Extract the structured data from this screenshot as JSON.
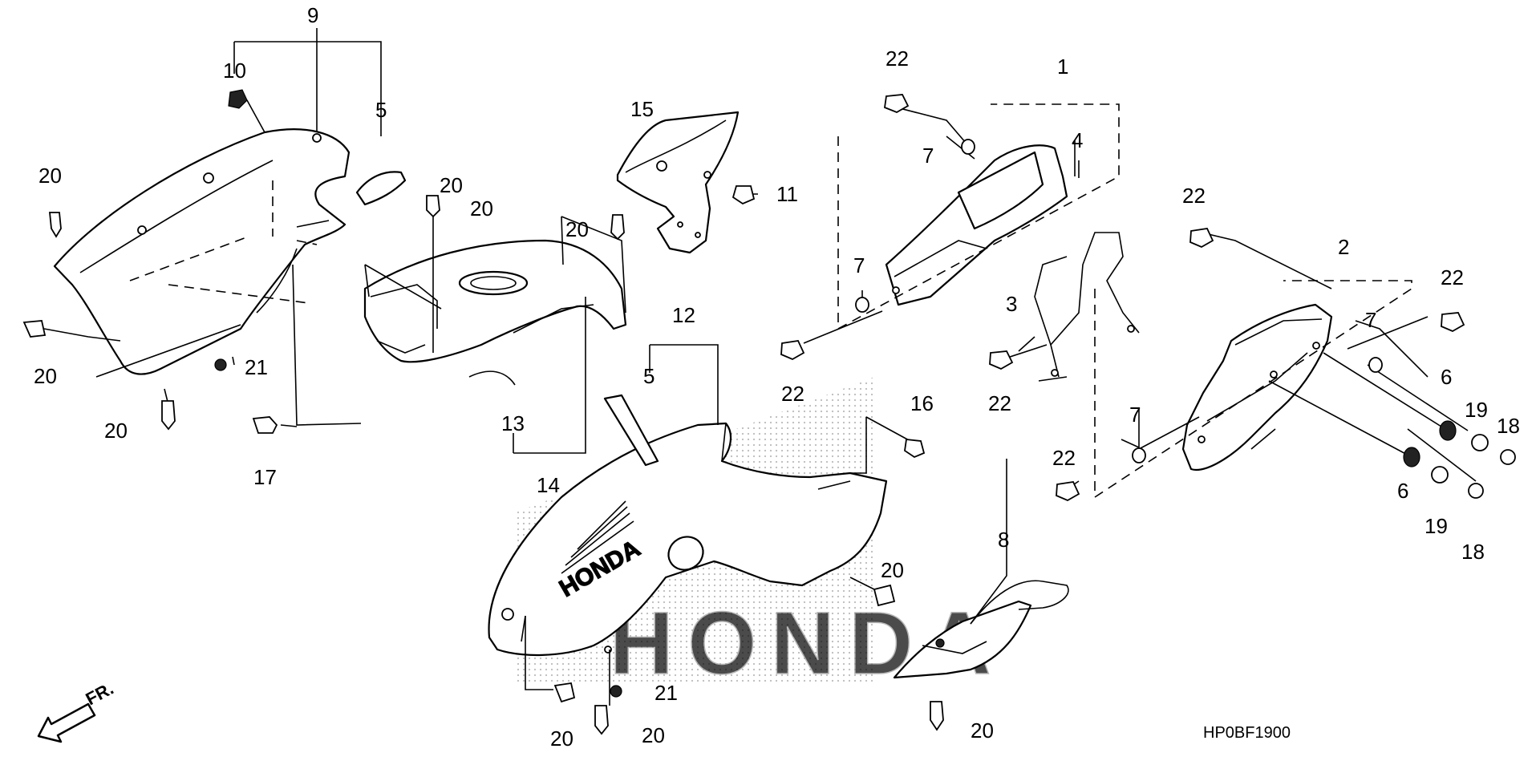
{
  "diagram": {
    "code": "HP0BF1900",
    "direction_label": "FR.",
    "watermark": "HONDA",
    "callouts": [
      {
        "id": "c1",
        "label": "1"
      },
      {
        "id": "c2",
        "label": "2"
      },
      {
        "id": "c3",
        "label": "3"
      },
      {
        "id": "c4",
        "label": "4"
      },
      {
        "id": "c5a",
        "label": "5"
      },
      {
        "id": "c5b",
        "label": "5"
      },
      {
        "id": "c6a",
        "label": "6"
      },
      {
        "id": "c6b",
        "label": "6"
      },
      {
        "id": "c7a",
        "label": "7"
      },
      {
        "id": "c7b",
        "label": "7"
      },
      {
        "id": "c7c",
        "label": "7"
      },
      {
        "id": "c7d",
        "label": "7"
      },
      {
        "id": "c8",
        "label": "8"
      },
      {
        "id": "c9",
        "label": "9"
      },
      {
        "id": "c10",
        "label": "10"
      },
      {
        "id": "c11",
        "label": "11"
      },
      {
        "id": "c12",
        "label": "12"
      },
      {
        "id": "c13",
        "label": "13"
      },
      {
        "id": "c14",
        "label": "14"
      },
      {
        "id": "c15",
        "label": "15"
      },
      {
        "id": "c16",
        "label": "16"
      },
      {
        "id": "c17",
        "label": "17"
      },
      {
        "id": "c18a",
        "label": "18"
      },
      {
        "id": "c18b",
        "label": "18"
      },
      {
        "id": "c19a",
        "label": "19"
      },
      {
        "id": "c19b",
        "label": "19"
      },
      {
        "id": "c20a",
        "label": "20"
      },
      {
        "id": "c20b",
        "label": "20"
      },
      {
        "id": "c20c",
        "label": "20"
      },
      {
        "id": "c20d",
        "label": "20"
      },
      {
        "id": "c20e",
        "label": "20"
      },
      {
        "id": "c20f",
        "label": "20"
      },
      {
        "id": "c20g",
        "label": "20"
      },
      {
        "id": "c20h",
        "label": "20"
      },
      {
        "id": "c20i",
        "label": "20"
      },
      {
        "id": "c20j",
        "label": "20"
      },
      {
        "id": "c21a",
        "label": "21"
      },
      {
        "id": "c21b",
        "label": "21"
      },
      {
        "id": "c22a",
        "label": "22"
      },
      {
        "id": "c22b",
        "label": "22"
      },
      {
        "id": "c22c",
        "label": "22"
      },
      {
        "id": "c22d",
        "label": "22"
      },
      {
        "id": "c22e",
        "label": "22"
      },
      {
        "id": "c22f",
        "label": "22"
      }
    ]
  }
}
